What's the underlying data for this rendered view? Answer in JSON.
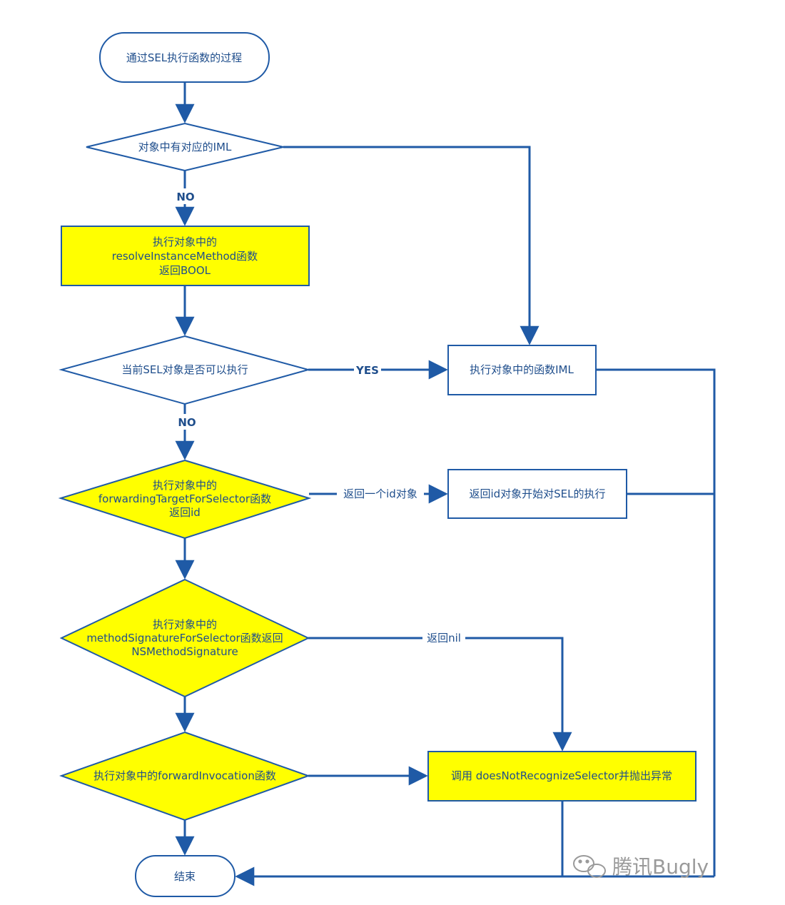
{
  "colors": {
    "line": "#1f5aa6",
    "highlight_fill": "#ffff00",
    "text": "#1f4e8c",
    "watermark": "#9a9a9a"
  },
  "nodes": {
    "start": {
      "label": "通过SEL执行函数的过程"
    },
    "d_has_iml": {
      "label": "对象中有对应的IML"
    },
    "p_resolve": {
      "lines": [
        "执行对象中的",
        "resolveInstanceMethod函数",
        "返回BOOL"
      ]
    },
    "d_can_exec": {
      "label": "当前SEL对象是否可以执行"
    },
    "p_exec_iml": {
      "label": "执行对象中的函数IML"
    },
    "d_forwarding": {
      "lines": [
        "执行对象中的",
        "forwardingTargetForSelector函数",
        "返回id"
      ]
    },
    "p_return_id": {
      "label": "返回id对象开始对SEL的执行"
    },
    "d_method_sig": {
      "lines": [
        "执行对象中的",
        "methodSignatureForSelector函数返回",
        "NSMethodSignature"
      ]
    },
    "d_forward_inv": {
      "label": "执行对象中的forwardInvocation函数"
    },
    "p_not_recognize": {
      "label": "调用 doesNotRecognizeSelector并抛出异常"
    },
    "end": {
      "label": "结束"
    }
  },
  "edge_labels": {
    "no_1": "NO",
    "yes": "YES",
    "no_2": "NO",
    "return_id": "返回一个id对象",
    "return_nil": "返回nil"
  },
  "watermark": {
    "text": "腾讯Bugly",
    "icon": "wechat-icon"
  }
}
